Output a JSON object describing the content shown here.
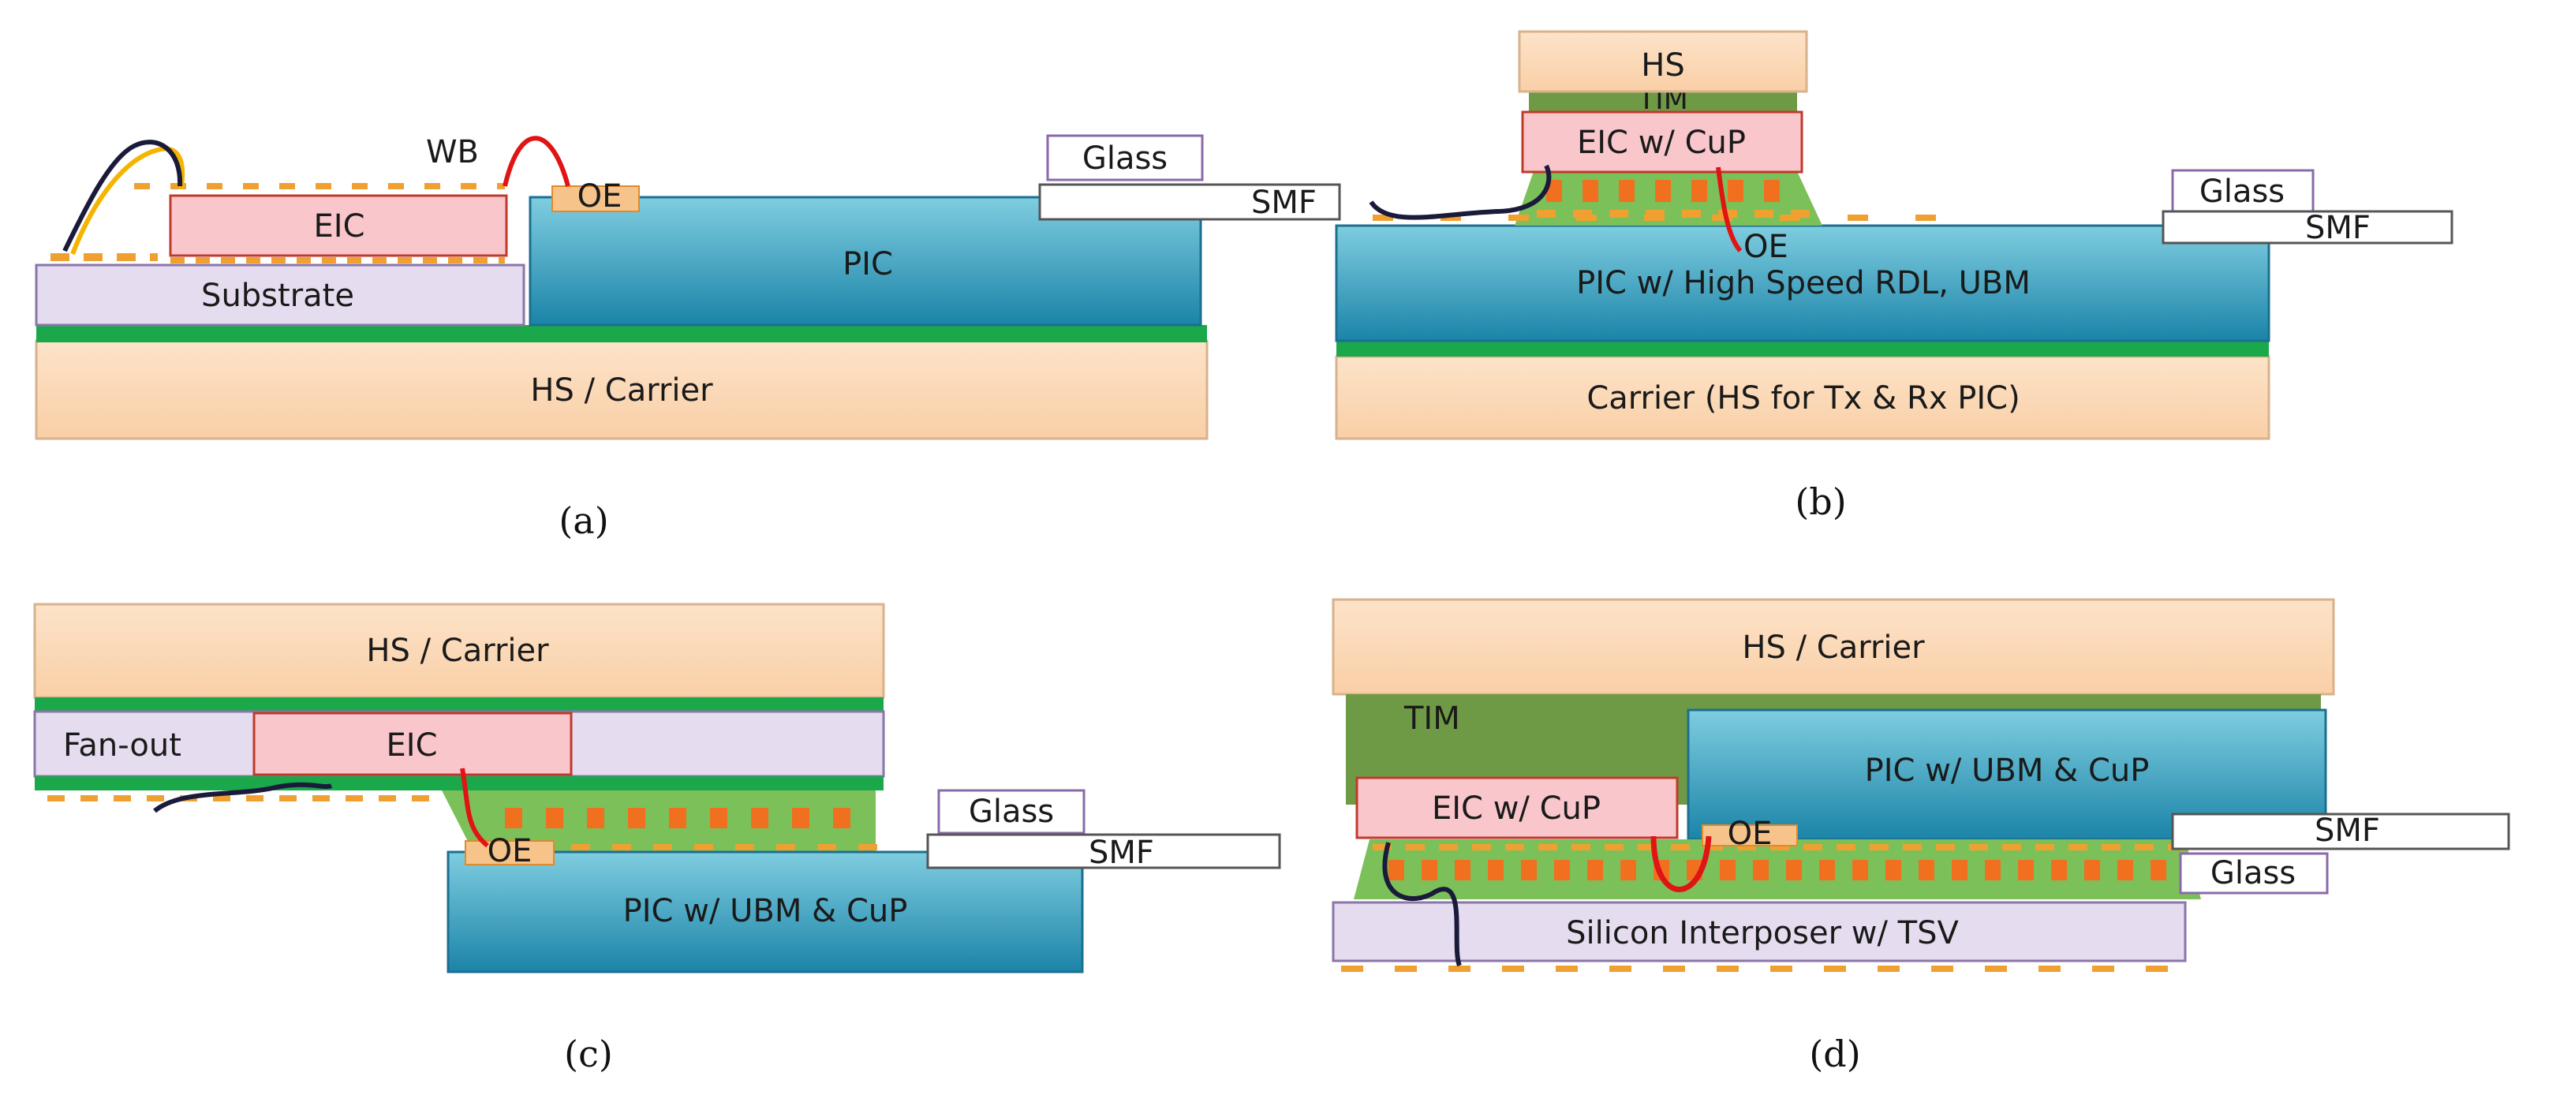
{
  "colors": {
    "hs_fill": "#fbd6b4",
    "hs_stroke": "#d7b28c",
    "green": "#1aa84a",
    "pic_top": "#74c6dc",
    "pic_bottom": "#1b84a8",
    "eic_fill": "#f9c6cc",
    "eic_stroke": "#c0392b",
    "lav_fill": "#e6dcef",
    "lav_stroke": "#8a76a8",
    "tim_fill": "#6f9a45",
    "fill_green": "#7cc05a",
    "bump": "#f0a030",
    "bump_orange": "#f07020",
    "wire_black": "#1a1a3a",
    "wire_red": "#e01414",
    "wire_yellow": "#f4b400",
    "glass_stroke": "#8a6aa8"
  },
  "panel_a": {
    "caption": "(a)",
    "hs": "HS / Carrier",
    "substrate": "Substrate",
    "eic": "EIC",
    "pic": "PIC",
    "wb": "WB",
    "oe": "OE",
    "glass": "Glass",
    "smf": "SMF"
  },
  "panel_b": {
    "caption": "(b)",
    "hs": "HS",
    "tim": "TIM",
    "eic": "EIC w/ CuP",
    "oe": "OE",
    "pic": "PIC w/ High Speed RDL, UBM",
    "carrier": "Carrier (HS for Tx & Rx PIC)",
    "glass": "Glass",
    "smf": "SMF"
  },
  "panel_c": {
    "caption": "(c)",
    "hs": "HS / Carrier",
    "fanout": "Fan-out",
    "eic": "EIC",
    "oe": "OE",
    "pic": "PIC w/ UBM & CuP",
    "glass": "Glass",
    "smf": "SMF"
  },
  "panel_d": {
    "caption": "(d)",
    "hs": "HS / Carrier",
    "tim": "TIM",
    "pic": "PIC w/ UBM & CuP",
    "eic": "EIC w/ CuP",
    "oe": "OE",
    "smf": "SMF",
    "glass": "Glass",
    "interposer": "Silicon Interposer w/ TSV"
  }
}
